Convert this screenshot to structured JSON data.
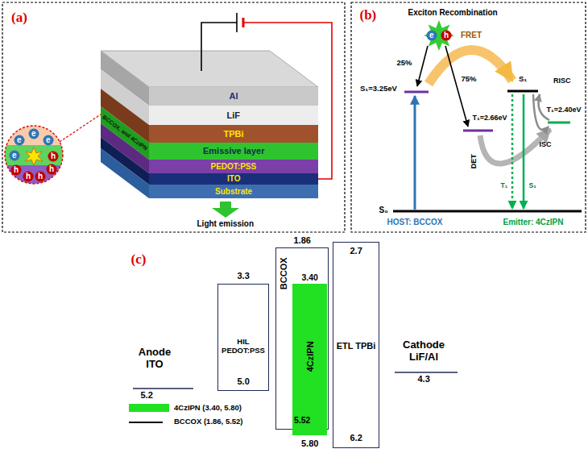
{
  "diagram": {
    "nodes": [
      {
        "text": [
          "Al"
        ]
      },
      {
        "text": [
          "LiF"
        ]
      },
      {
        "text": [
          "TPBi"
        ]
      },
      {
        "text": [
          "Emissive layer"
        ]
      },
      {
        "text": [
          "PEDOT:PSS"
        ]
      },
      {
        "text": [
          "ITO"
        ]
      },
      {
        "text": [
          "Substrate"
        ]
      },
      {
        "text": [
          "e"
        ]
      },
      {
        "text": [
          "e"
        ]
      },
      {
        "text": [
          "e"
        ]
      },
      {
        "text": [
          "e"
        ]
      },
      {
        "text": [
          "h"
        ]
      },
      {
        "text": [
          "h"
        ]
      },
      {
        "text": [
          "h"
        ]
      },
      {
        "text": [
          "h"
        ]
      },
      {
        "text": [
          "h"
        ]
      },
      {
        "text": [
          "e"
        ]
      },
      {
        "text": [
          "h"
        ]
      },
      {
        "text": [
          "3.3",
          "HIL PEDOT:PSS",
          "5.0"
        ]
      },
      {
        "text": [
          "1.86",
          "BCCOX",
          "5.52"
        ]
      },
      {
        "text": [
          "3.40",
          "4CzIPN",
          "5.80"
        ]
      },
      {
        "text": [
          "2.7",
          "ETL TPBi",
          "6.2"
        ]
      }
    ],
    "labels": [
      "(a)",
      "BCCOX, and 4CzIPN",
      "Light emission",
      "(b)",
      "Exciton Recombination",
      "25%",
      "75%",
      "FRET",
      "S₁=3.25eV",
      "T₁=2.66eV",
      "S₁",
      "RISC",
      "T₁=2.40eV",
      "DET",
      "ISC",
      "T₁",
      "S₁",
      "S₀",
      "HOST: BCCOX",
      "Emitter: 4CzIPN",
      "(c)",
      "Anode ITO",
      "5.2",
      "Cathode LiF/Al",
      "4.3"
    ],
    "legend": [
      {
        "text": "4CzIPN (3.40, 5.80)",
        "color": "#22e022"
      },
      {
        "text": "BCCOX (1.86, 5.52)"
      }
    ]
  }
}
